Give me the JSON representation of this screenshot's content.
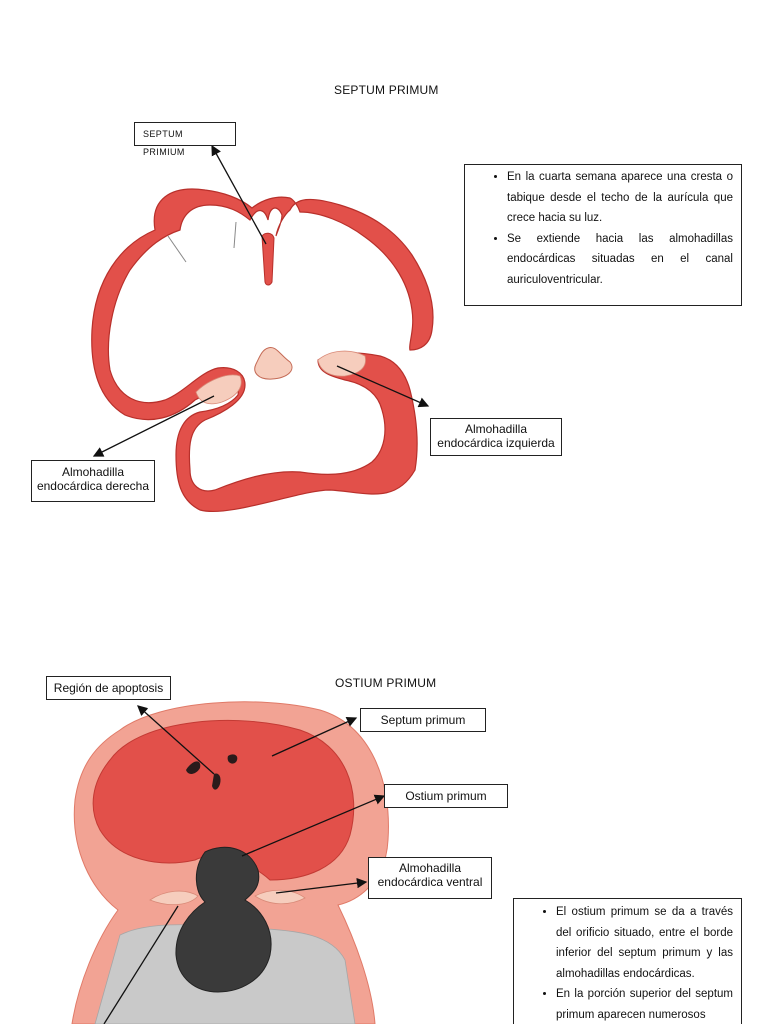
{
  "section1": {
    "title": "SEPTUM PRIMUM",
    "labels": {
      "septum_primium": "SEPTUM PRIMIUM",
      "almohadilla_izquierda_line1": "Almohadilla",
      "almohadilla_izquierda_line2": "endocárdica izquierda",
      "almohadilla_derecha_line1": "Almohadilla",
      "almohadilla_derecha_line2": "endocárdica derecha"
    },
    "bullets": [
      "En la cuarta semana aparece una cresta o tabique desde el techo de la aurícula que crece hacia su luz.",
      "Se extiende hacia las almohadillas endocárdicas situadas en el canal auriculoventricular."
    ]
  },
  "section2": {
    "title": "OSTIUM PRIMUM",
    "labels": {
      "region_apoptosis": "Región de apoptosis",
      "septum_primum": "Septum primum",
      "ostium_primum": "Ostium primum",
      "almohadilla_ventral_line1": "Almohadilla",
      "almohadilla_ventral_line2": "endocárdica ventral"
    },
    "bullets": [
      "El ostium primum se da a través del orificio situado, entre el borde inferior del septum primum y las almohadillas endocárdicas.",
      "En la porción superior del septum primum aparecen numerosos"
    ]
  },
  "colors": {
    "tissue_red": "#e2504a",
    "tissue_light": "#f2a394",
    "cushion_pale": "#f6cdbd",
    "dark_mass": "#3a3a3a",
    "gray_region": "#c9c9c9"
  }
}
